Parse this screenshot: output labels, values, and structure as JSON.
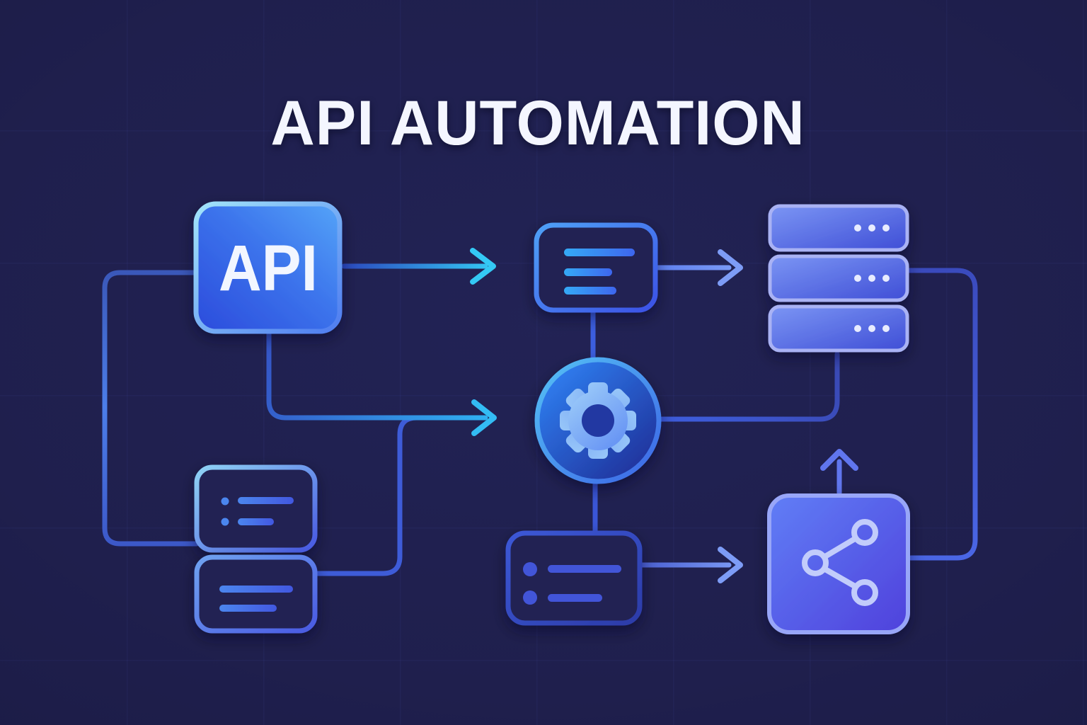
{
  "title": "API AUTOMATION",
  "nodes": {
    "api": {
      "label": "API",
      "type": "badge"
    },
    "message_card": {
      "icon": "text-lines-icon",
      "line_count": 3
    },
    "server_stack": {
      "icon": "server-stack-icon",
      "rows": 3,
      "dots_per_row": 3
    },
    "gear": {
      "icon": "gear-icon"
    },
    "bullet_card_top": {
      "icon": "bullet-list-icon",
      "bullet_rows": 2
    },
    "lines_card_bottom": {
      "icon": "text-lines-icon",
      "line_count": 2
    },
    "task_card": {
      "icon": "bullet-list-icon",
      "bullet_rows": 2
    },
    "share": {
      "icon": "share-icon"
    }
  },
  "connectors": [
    {
      "from": "api",
      "to": "message_card",
      "arrow": true
    },
    {
      "from": "message_card",
      "to": "server_stack",
      "arrow": true
    },
    {
      "from": "api",
      "to": "bullet_card_top",
      "arrow": false
    },
    {
      "from": "api",
      "to": "gear",
      "arrow": true
    },
    {
      "from": "lines_card_bottom",
      "to": "gear",
      "arrow": false
    },
    {
      "from": "message_card",
      "to": "gear",
      "arrow": false
    },
    {
      "from": "server_stack",
      "to": "gear",
      "arrow": false
    },
    {
      "from": "gear",
      "to": "task_card",
      "arrow": false
    },
    {
      "from": "task_card",
      "to": "share",
      "arrow": true
    },
    {
      "from": "share",
      "to": "server_stack",
      "arrow": true
    },
    {
      "from": "server_stack",
      "to": "share",
      "arrow": false
    }
  ],
  "theme": {
    "background": "#1F1F4D",
    "title_color": "#F4F6FF",
    "accent_cyan": "#34C9F5",
    "accent_blue": "#3E63E8",
    "accent_periwinkle": "#7D9CF6",
    "accent_lavender": "#A9B2F4",
    "node_fill_light": "#7B95F4",
    "node_fill_dark": "#3F4ED6",
    "card_fill": "#212153",
    "white": "#EDF1FF"
  }
}
